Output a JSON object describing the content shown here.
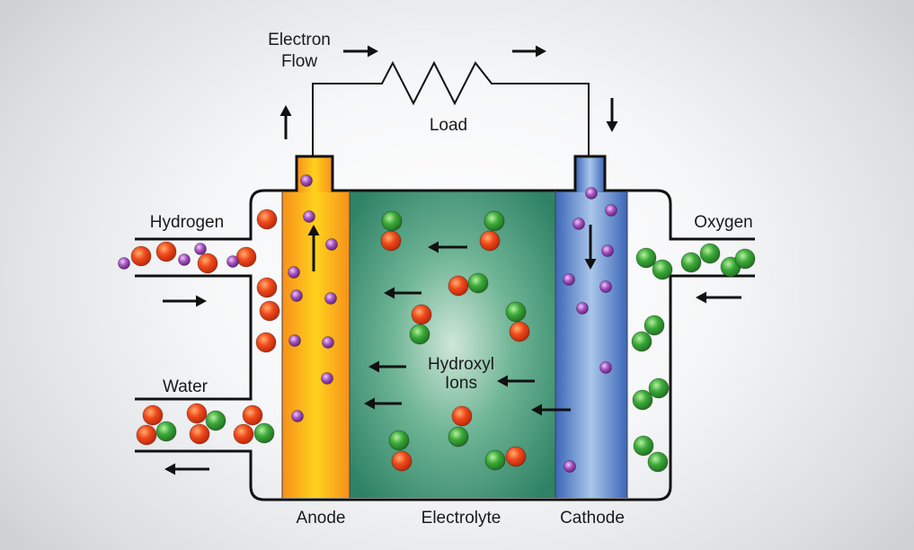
{
  "labels": {
    "electron_flow": [
      "Electron",
      "Flow"
    ],
    "load": "Load",
    "hydrogen": "Hydrogen",
    "oxygen": "Oxygen",
    "water": "Water",
    "hydroxyl_ions": [
      "Hydroxyl",
      "Ions"
    ],
    "anode": "Anode",
    "electrolyte": "Electrolyte",
    "cathode": "Cathode"
  },
  "colors": {
    "hydrogen_atom": "#e8401c",
    "oxygen_atom": "#3aa63a",
    "electron": "#9b4fb3",
    "anode": "#f7a21b",
    "electrolyte": "#3f9a7a",
    "cathode": "#4a78c4",
    "outline": "#111111"
  },
  "icons": [
    "right-arrow-icon",
    "left-arrow-icon",
    "up-arrow-icon",
    "down-arrow-icon",
    "resistor-zigzag-icon"
  ]
}
